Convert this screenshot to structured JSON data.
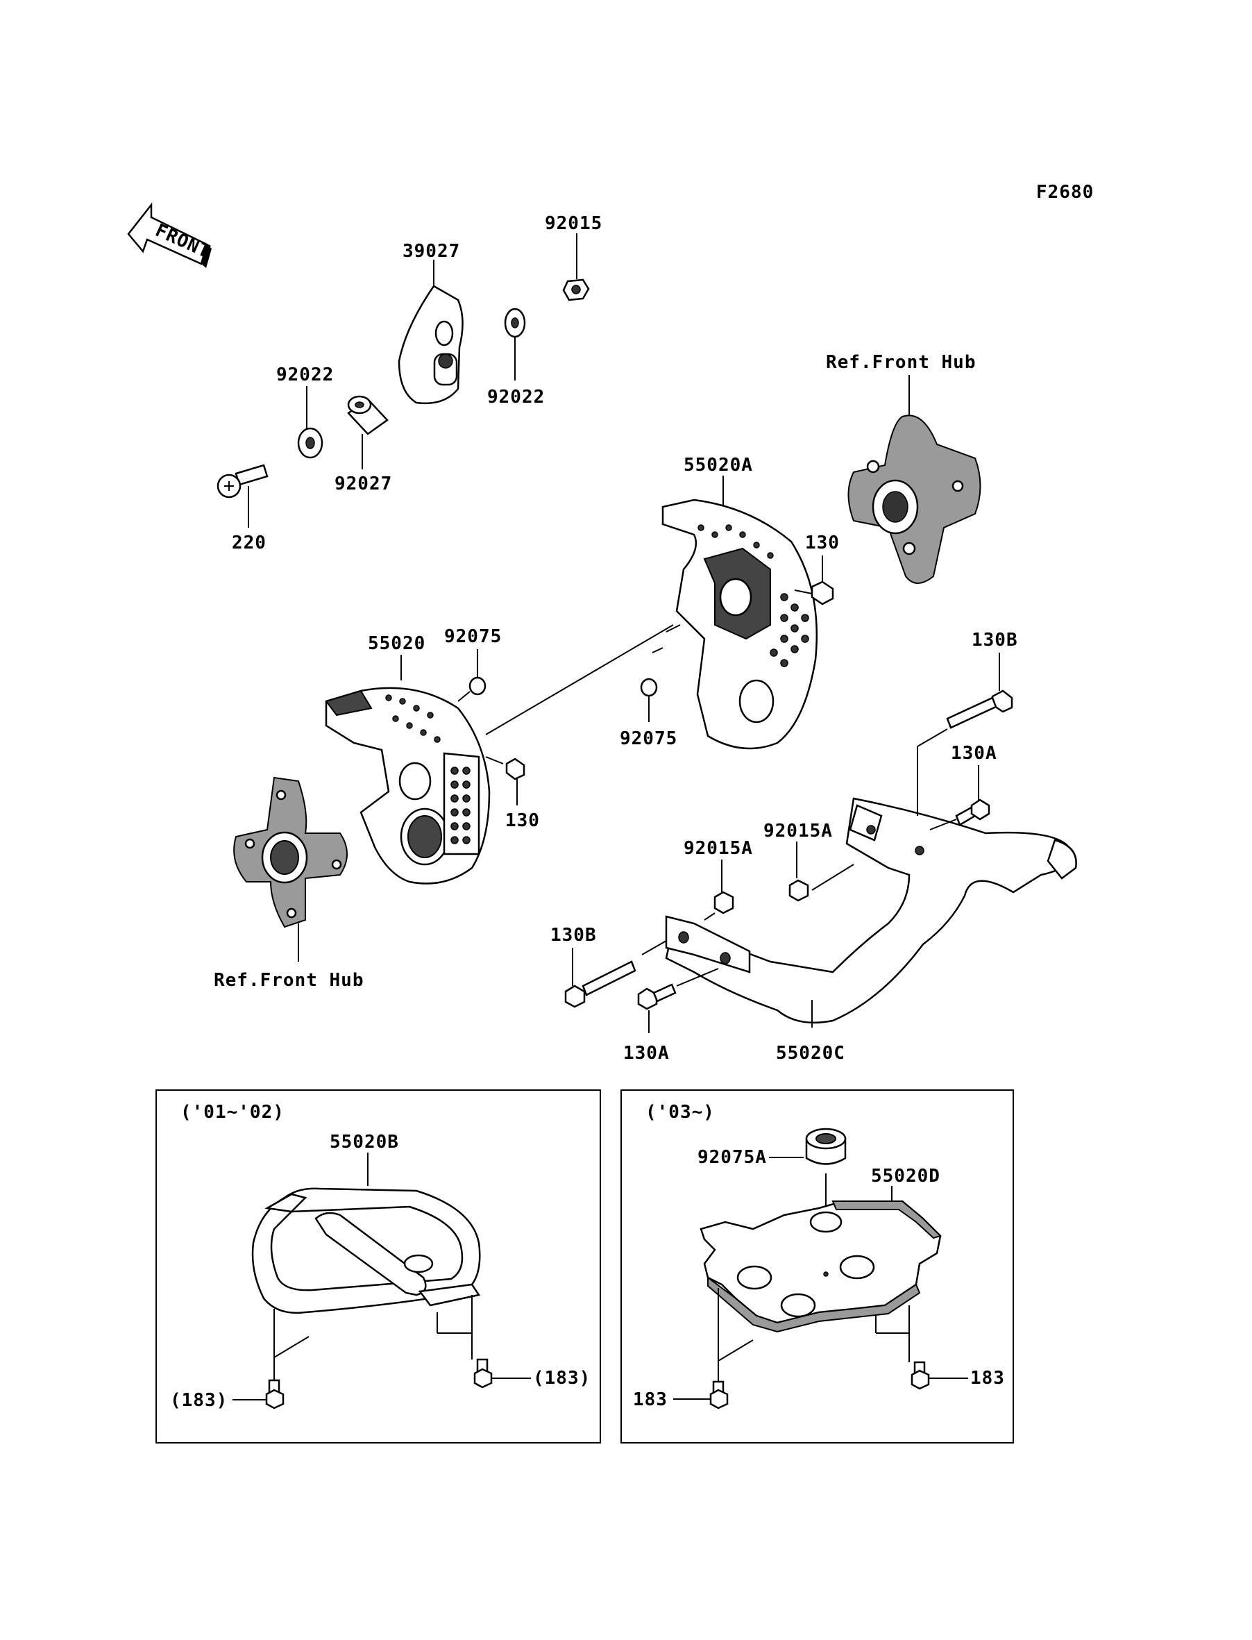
{
  "figure_code": "F2680",
  "front_arrow": "FRONT",
  "labels": {
    "p92015": "92015",
    "p39027": "39027",
    "p92022_left": "92022",
    "p92022_right": "92022",
    "p92027": "92027",
    "p220": "220",
    "ref_front_hub_top": "Ref.Front Hub",
    "p55020A": "55020A",
    "p130_top": "130",
    "p55020": "55020",
    "p92075_left": "92075",
    "p92075_mid": "92075",
    "p130_left": "130",
    "p130B_right": "130B",
    "p130A_right": "130A",
    "p92015A_right": "92015A",
    "p92015A_mid": "92015A",
    "p130B_left": "130B",
    "ref_front_hub_bottom": "Ref.Front Hub",
    "p130A_bottom": "130A",
    "p55020C": "55020C"
  },
  "box_left": {
    "years": "('01~'02)",
    "part": "55020B",
    "bolt_left": "(183)",
    "bolt_right": "(183)"
  },
  "box_right": {
    "years": "('03~)",
    "part_top": "92075A",
    "part": "55020D",
    "bolt_left": "183",
    "bolt_right": "183"
  }
}
